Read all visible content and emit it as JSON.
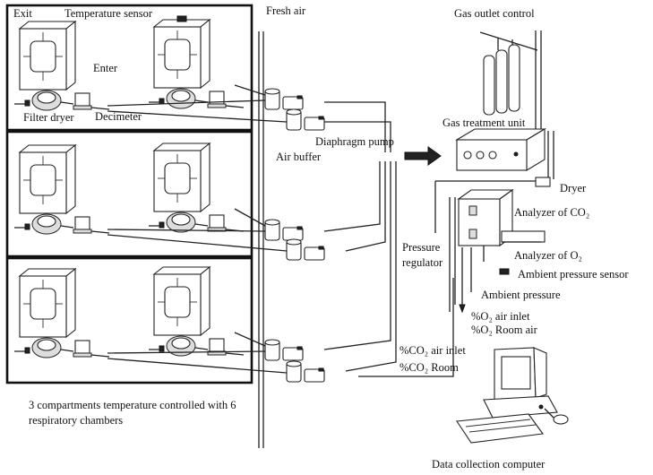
{
  "labels": {
    "exit": "Exit",
    "temperature_sensor": "Temperature sensor",
    "enter": "Enter",
    "filter_dryer": "Filter dryer",
    "decimeter": "Decimeter",
    "fresh_air": "Fresh air",
    "diaphragm_pump": "Diaphragm pump",
    "air_buffer": "Air buffer",
    "gas_outlet_control": "Gas outlet control",
    "gas_treatment_unit": "Gas treatment unit",
    "dryer": "Dryer",
    "analyzer_co2": "Analyzer of CO₂",
    "analyzer_o2": "Analyzer of O₂",
    "pressure_regulator_1": "Pressure",
    "pressure_regulator_2": "regulator",
    "ambient_pressure_sensor": "Ambient pressure sensor",
    "ambient_pressure": "Ambient pressure",
    "o2_air_inlet": "%O₂ air inlet",
    "o2_room_air": "%O₂ Room air",
    "co2_air_inlet": "%CO₂ air inlet",
    "co2_room": "%CO₂ Room",
    "compartments_1": "3 compartments temperature controlled with 6",
    "compartments_2": "respiratory chambers",
    "data_collection_computer": "Data collection computer"
  }
}
